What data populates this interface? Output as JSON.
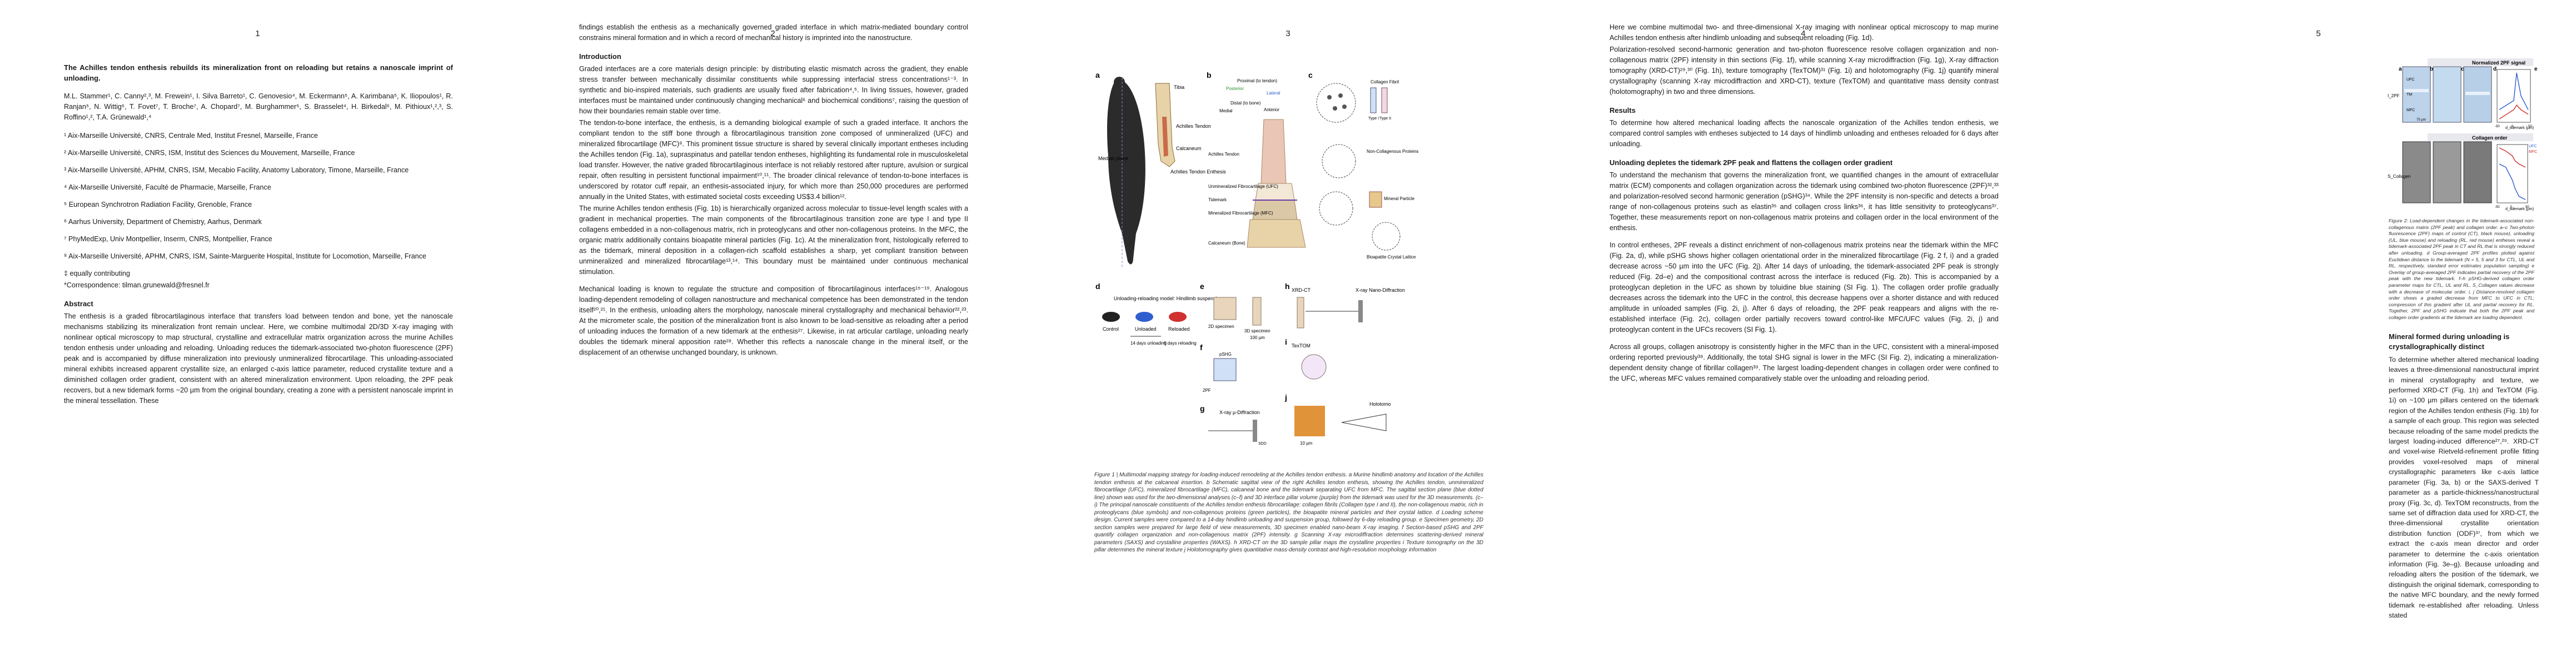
{
  "pages": [
    "1",
    "2",
    "3",
    "4",
    "5"
  ],
  "p1": {
    "title": "The Achilles tendon enthesis rebuilds its mineralization front on reloading but retains a nanoscale imprint of unloading.",
    "authors": "M.L. Stammer¹, C. Canny²,³, M. Frewein¹, I. Silva Barreto¹, C. Genovesio⁴, M. Eckermann⁵, A. Karimbana⁵, K. Iliopoulos¹, R. Ranjan⁵, N. Wittig⁶, T. Fovet⁷, T. Broche⁷, A. Chopard⁷, M. Burghammer⁵, S. Brasselet⁴, H. Birkedal⁶, M. Pithioux¹,²,³, S. Roffino¹,², T.A. Grünewald¹,⁴",
    "affiliations": [
      "¹ Aix-Marseille Université, CNRS, Centrale Med, Institut Fresnel, Marseille, France",
      "² Aix-Marseille Université, CNRS, ISM, Institut des Sciences du Mouvement, Marseille, France",
      "³ Aix-Marseille Université, APHM, CNRS, ISM, Mecabio Facility, Anatomy Laboratory, Timone, Marseille, France",
      "⁴ Aix-Marseille Université, Faculté de Pharmacie, Marseille, France",
      "⁵ European Synchrotron Radiation Facility, Grenoble, France",
      "⁶ Aarhus University, Department of Chemistry, Aarhus, Denmark",
      "⁷ PhyMedExp, Univ Montpellier, Inserm, CNRS, Montpellier, France",
      "⁸ Aix-Marseille Université, APHM, CNRS, ISM, Sainte-Marguerite Hospital, Institute for Locomotion, Marseille, France"
    ],
    "equal": "‡ equally contributing",
    "corr": "*Correspondence: tilman.grunewald@fresnel.fr",
    "abstract_heading": "Abstract",
    "abstract": "The enthesis is a graded fibrocartilaginous interface that transfers load between tendon and bone, yet the nanoscale mechanisms stabilizing its mineralization front remain unclear. Here, we combine multimodal 2D/3D X-ray imaging with nonlinear optical microscopy to map structural, crystalline and extracellular matrix organization across the murine Achilles tendon enthesis under unloading and reloading. Unloading reduces the tidemark-associated two-photon fluorescence (2PF) peak and is accompanied by diffuse mineralization into previously unmineralized fibrocartilage. This unloading-associated mineral exhibits increased apparent crystallite size, an enlarged c-axis lattice parameter, reduced crystallite texture and a diminished collagen order gradient, consistent with an altered mineralization environment. Upon reloading, the 2PF peak recovers, but a new tidemark forms ~20 µm from the original boundary, creating a zone with a persistent nanoscale imprint in the mineral tessellation. These"
  },
  "p2": {
    "lead": "findings establish the enthesis as a mechanically governed graded interface in which matrix-mediated boundary control constrains mineral formation and in which a record of mechanical history is imprinted into the nanostructure.",
    "intro_heading": "Introduction",
    "intro1": "Graded interfaces are a core materials design principle: by distributing elastic mismatch across the gradient, they enable stress transfer between mechanically dissimilar constituents while suppressing interfacial stress concentrations¹⁻³. In synthetic and bio-inspired materials, such gradients are usually fixed after fabrication⁴,⁵. In living tissues, however, graded interfaces must be maintained under continuously changing mechanical⁶ and biochemical conditions⁷, raising the question of how their boundaries remain stable over time.",
    "intro2": "The tendon-to-bone interface, the enthesis, is a demanding biological example of such a graded interface. It anchors the compliant tendon to the stiff bone through a fibrocartilaginous transition zone composed of unmineralized (UFC) and mineralized fibrocartilage (MFC)⁸. This prominent tissue structure is shared by several clinically important entheses including the Achilles tendon (Fig. 1a), supraspinatus and patellar tendon entheses, highlighting its fundamental role in musculoskeletal load transfer. However, the native graded fibrocartilaginous interface is not reliably restored after rupture, avulsion or surgical repair, often resulting in persistent functional impairment¹⁰,¹¹. The broader clinical relevance of tendon-to-bone interfaces is underscored by rotator cuff repair, an enthesis-associated injury, for which more than 250,000 procedures are performed annually in the United States, with estimated societal costs exceeding US$3.4 billion¹².",
    "intro3": "The murine Achilles tendon enthesis (Fig. 1b) is hierarchically organized across molecular to tissue-level length scales with a gradient in mechanical properties. The main components of the fibrocartilaginous transition zone are type I and type II collagens embedded in a non-collagenous matrix, rich in proteoglycans and other non-collagenous proteins. In the MFC, the organic matrix additionally contains bioapatite mineral particles (Fig. 1c). At the mineralization front, histologically referred to as the tidemark, mineral deposition in a collagen-rich scaffold establishes a sharp, yet compliant transition between unmineralized and mineralized fibrocartilage¹³,¹⁴. This boundary must be maintained under continuous mechanical stimulation.",
    "intro4": "Mechanical loading is known to regulate the structure and composition of fibrocartilaginous interfaces¹⁵⁻¹⁹. Analogous loading-dependent remodeling of collagen nanostructure and mechanical competence has been demonstrated in the tendon itself²⁰,²¹. In the enthesis, unloading alters the morphology, nanoscale mineral crystallography and mechanical behavior²²,²³. At the micrometer scale, the position of the mineralization front is also known to be load-sensitive as reloading after a period of unloading induces the formation of a new tidemark at the enthesis²⁷. Likewise, in rat articular cartilage, unloading nearly doubles the tidemark mineral apposition rate²⁸. Whether this reflects a nanoscale change in the mineral itself, or the displacement of an otherwise unchanged boundary, is unknown."
  },
  "p3": {
    "panels": [
      "a",
      "b",
      "c",
      "d",
      "e",
      "f",
      "g",
      "h",
      "i",
      "j"
    ],
    "labels_a": [
      "Median plane",
      "Tibia",
      "Achilles Tendon",
      "Calcaneum",
      "Achilles Tendon Enthesis"
    ],
    "labels_b": [
      "Proximal (to tendon)",
      "Posterior",
      "Lateral",
      "Distal (to bone)",
      "Medial",
      "Anterior",
      "Achilles Tendon",
      "Unmineralized Fibrocartilage (UFC)",
      "Tidemark",
      "Mineralized Fibrocartilage (MFC)",
      "Calcaneum (Bone)"
    ],
    "labels_c": [
      "Collagen Fibril",
      "Type I",
      "Type II",
      "Non-Collagenous Proteins",
      "Mineral Particle",
      "Bioapatite Crystal Lattice"
    ],
    "labels_d": [
      "Unloading-reloading model: Hindlimb suspension",
      "Control",
      "Unloaded",
      "Reloaded",
      "14 days unloading",
      "6 days reloading"
    ],
    "labels_e": [
      "2D specimen",
      "3D specimen",
      "100 µm"
    ],
    "labels_f": [
      "pSHG",
      "2PF"
    ],
    "labels_g": [
      "X-ray µ-Diffraction",
      "SDD"
    ],
    "labels_h": [
      "XRD-CT",
      "X-ray Nano-Diffraction"
    ],
    "labels_i": [
      "TexTOM"
    ],
    "labels_j": [
      "10 µm",
      "Holotomo"
    ],
    "caption": "Figure 1 | Multimodal mapping strategy for loading-induced remodeling at the Achilles tendon enthesis. a Murine hindlimb anatomy and location of the Achilles tendon enthesis at the calcaneal insertion. b Schematic sagittal view of the right Achilles tendon enthesis, showing the Achilles tendon, unmineralized fibrocartilage (UFC), mineralized fibrocartilage (MFC), calcaneal bone and the tidemark separating UFC from MFC. The sagittal section plane (blue dotted line) shown was used for the two-dimensional analyses (c–f) and 3D interface pillar volume (purple) from the tidemark was used for the 3D measurements. (c–i) The principal nanoscale constituents of the Achilles tendon enthesis fibrocartilage: collagen fibrils (Collagen type I and II), the non-collagenous matrix, rich in proteoglycans (blue symbols) and non-collagenous proteins (green particles), the bioapatite mineral particles and their crystal lattice. d Loading scheme design. Current samples were compared to a 14-day hindlimb unloading and suspension group, followed by 6-day reloading group. e Specimen geometry, 2D section samples were prepared for large field of view measurements, 3D specimen enabled nano-beam X-ray imaging. f Section-based pSHG and 2PF quantify collagen organization and non-collagenous matrix (2PF) intensity. g Scanning X-ray microdiffraction determines scattering-derived mineral parameters (SAXS) and crystalline properties (WAXS). h XRD-CT on the 3D sample pillar maps the crystalline properties i Texture tomography on the 3D pillar determines the mineral texture j Holotomography gives quantitative mass-density contrast and high-resolution morphology information"
  },
  "p4": {
    "lead": "Here we combine multimodal two- and three-dimensional X-ray imaging with nonlinear optical microscopy to map murine Achilles tendon enthesis after hindlimb unloading and subsequent reloading (Fig. 1d).",
    "lead2": "Polarization-resolved second-harmonic generation and two-photon fluorescence resolve collagen organization and non-collagenous matrix (2PF) intensity in thin sections (Fig. 1f), while scanning X-ray microdiffraction (Fig. 1g), X-ray diffraction tomography (XRD-CT)²⁹,³⁰ (Fig. 1h), texture tomography (TexTOM)³¹ (Fig. 1i) and holotomography (Fig. 1j) quantify mineral crystallography (scanning X-ray microdiffraction and XRD-CT), texture (TexTOM) and quantitative mass density contrast (holotomography) in two and three dimensions.",
    "results_heading": "Results",
    "results1": "To determine how altered mechanical loading affects the nanoscale organization of the Achilles tendon enthesis, we compared control samples with entheses subjected to 14 days of hindlimb unloading and entheses reloaded for 6 days after unloading.",
    "sub1": "Unloading depletes the tidemark 2PF peak and flattens the collagen order gradient",
    "res2": "To understand the mechanism that governs the mineralization front, we quantified changes in the amount of extracellular matrix (ECM) components and collagen organization across the tidemark using combined two-photon fluorescence (2PF)³²,³³ and polarization-resolved second harmonic generation (pSHG)³⁴. While the 2PF intensity is non-specific and detects a broad range of non-collagenous proteins such as elastin³⁵ and collagen cross links³⁶, it has little sensitivity to proteoglycans³⁷. Together, these measurements report on non-collagenous matrix proteins and collagen order in the local environment of the enthesis.",
    "res3": "In control entheses, 2PF reveals a distinct enrichment of non-collagenous matrix proteins near the tidemark within the MFC (Fig. 2a, d), while pSHG shows higher collagen orientational order in the mineralized fibrocartilage (Fig. 2 f, i) and a graded decrease across ~50 µm into the UFC (Fig. 2j). After 14 days of unloading, the tidemark-associated 2PF peak is strongly reduced (Fig. 2d–e) and the compositional contrast across the interface is reduced (Fig. 2b). This is accompanied by a proteoglycan depletion in the UFC as shown by toluidine blue staining (SI Fig. 1). The collagen order profile gradually decreases across the tidemark into the UFC in the control, this decrease happens over a shorter distance and with reduced amplitude in unloaded samples (Fig. 2i, j). After 6 days of reloading, the 2PF peak reappears and aligns with the re-established interface (Fig. 2c), collagen order partially recovers toward control-like MFC/UFC values (Fig. 2i, j) and proteoglycan content in the UFCs recovers (SI Fig. 1).",
    "res4": "Across all groups, collagen anisotropy is consistently higher in the MFC than in the UFC, consistent with a mineral-imposed ordering reported previously³⁸. Additionally, the total SHG signal is lower in the MFC (SI Fig. 2), indicating a mineralization-dependent density change of fibrillar collagen³⁹. The largest loading-dependent changes in collagen order were confined to the UFC, whereas MFC values remained comparatively stable over the unloading and reloading period."
  },
  "p5": {
    "fig_title": "Normalized 2PF signal",
    "fig_title2": "Collagen order",
    "row_labels": [
      "UFC",
      "TM",
      "MFC"
    ],
    "col_labels": [
      "a",
      "b",
      "c",
      "d",
      "e"
    ],
    "legend": [
      "UFC",
      "MFC"
    ],
    "axis_x": "d_tidemark (µm)",
    "axis_y1": "I_2PF",
    "axis_y2": "S_Collagen",
    "ticks_x": [
      "-50",
      "0",
      "50"
    ],
    "scale": "75 µm",
    "caption": "Figure 2: Load-dependent changes in the tidemark-associated non-collagenous matrix (2PF peak) and collagen order. a–c Two-photon fluorescence (2PF) maps of control (CT), black mouse), unloading (UL, blue mouse) and reloading (RL, red mouse) entheses reveal a tidemark-associated 2PF peak in CT and RL that is strongly reduced after unloading. d Group-averaged 2PF profiles plotted against Euclidean distance to the tidemark (N = 5, 5 and 3 for CTL, UL and RL, respectively, standard error estimates population sampling) e Overlay of group-averaged 2PF indicates partial recovery of the 2PF peak with the new tidemark. f–h pSHG-derived collagen order parameter maps for CTL, UL and RL. S_Collagen values decrease with a decrease of molecular order. i, j Distance-resolved collagen order shows a graded decrease from MFC to UFC in CTL; compression of this gradient after UL and partial recovery for RL. Together, 2PF and pSHG indicate that both the 2PF peak and collagen order gradients at the tidemark are loading dependent.",
    "sub2": "Mineral formed during unloading is crystallographically distinct",
    "res5": "To determine whether altered mechanical loading leaves a three-dimensional nanostructural imprint in mineral crystallography and texture, we performed XRD-CT (Fig. 1h) and TexTOM (Fig. 1i) on ~100 µm pillars centered on the tidemark region of the Achilles tendon enthesis (Fig. 1b) for a sample of each group. This region was selected because reloading of the same model predicts the largest loading-induced difference²⁷,²⁹. XRD-CT and voxel-wise Rietveld-refinement profile fitting provides voxel-resolved maps of mineral crystallographic parameters like c-axis lattice parameter (Fig. 3a, b) or the SAXS-derived T parameter as a particle-thickness/nanostructural proxy (Fig. 3c, d). TexTOM reconstructs, from the same set of diffraction data used for XRD-CT, the three-dimensional crystallite orientation distribution function (ODF)³⁷, from which we extract the c-axis mean director and order parameter to determine the c-axis orientation information (Fig. 3e–g). Because unloading and reloading alters the position of the tidemark, we distinguish the original tidemark, corresponding to the native MFC boundary, and the newly formed tidemark re-established after reloading. Unless stated"
  },
  "chart_data": [
    {
      "type": "line",
      "title": "",
      "xlabel": "d_tidemark (µm)",
      "ylabel": "I_2PF",
      "series": [
        {
          "name": "UFC",
          "values": [
            0.5,
            0.55,
            0.6,
            0.9,
            0.65,
            0.5
          ]
        },
        {
          "name": "MFC",
          "values": [
            0.4,
            0.45,
            0.5,
            0.55,
            0.5,
            0.45
          ]
        }
      ],
      "x": [
        -50,
        -25,
        0,
        10,
        25,
        50
      ]
    },
    {
      "type": "line",
      "title": "",
      "xlabel": "d_tidemark (µm)",
      "ylabel": "S_Collagen",
      "series": [
        {
          "name": "UFC",
          "values": [
            -0.2,
            -0.22,
            -0.3,
            -0.35,
            -0.4,
            -0.42
          ]
        },
        {
          "name": "MFC",
          "values": [
            -0.1,
            -0.12,
            -0.15,
            -0.18,
            -0.2,
            -0.22
          ]
        }
      ],
      "x": [
        -50,
        -25,
        0,
        10,
        25,
        50
      ]
    }
  ],
  "colors": {
    "ctl": "#222222",
    "ul": "#2f5fcf",
    "rl": "#d03030",
    "tissue": "#bcd3ea",
    "bone": "#e8d3a8"
  }
}
